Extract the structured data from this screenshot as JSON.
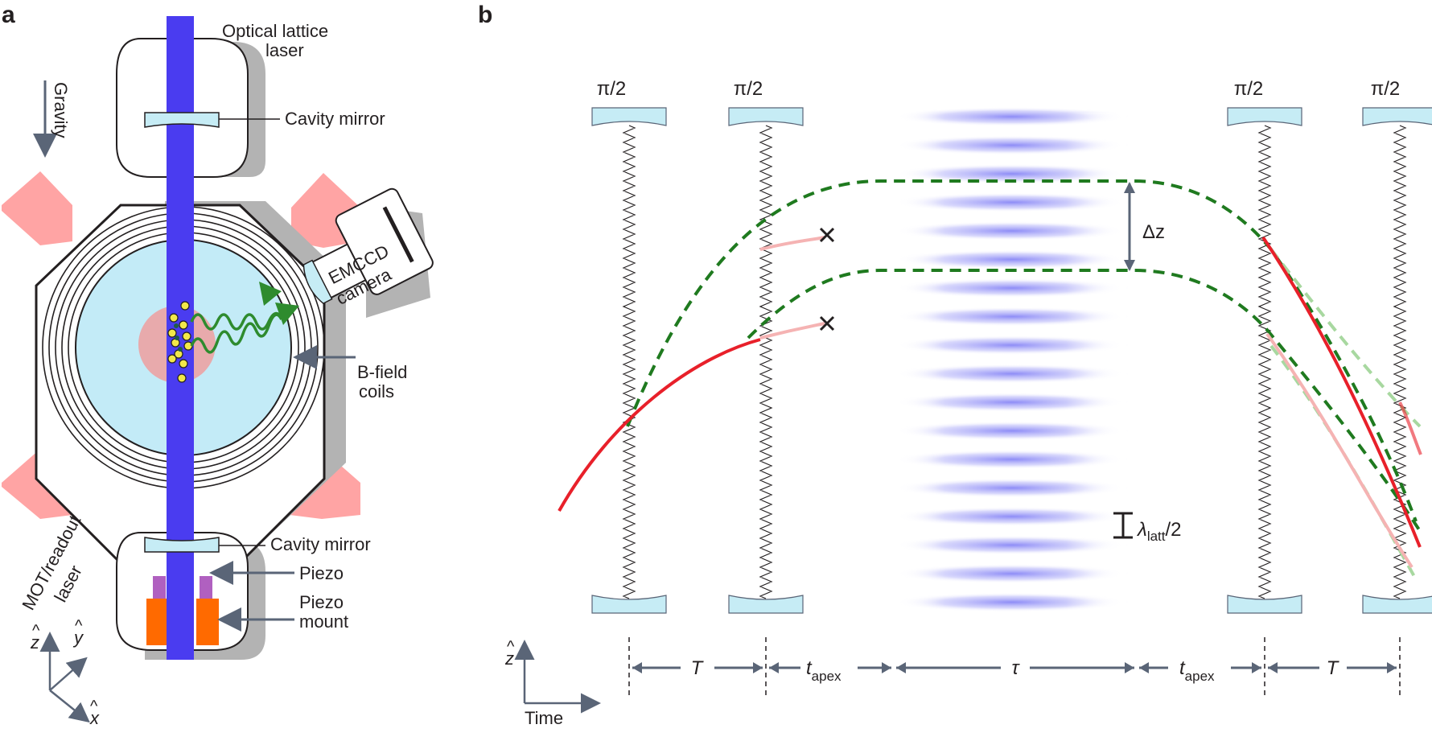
{
  "panel_a": {
    "label": "a",
    "gravity": "Gravity",
    "optical_lattice_laser": [
      "Optical lattice",
      "laser"
    ],
    "cavity_mirror_top": "Cavity mirror",
    "emccd_camera": [
      "EMCCD",
      "camera"
    ],
    "b_field_coils": [
      "B-field",
      "coils"
    ],
    "mot_readout_laser": [
      "MOT/readout",
      "laser"
    ],
    "cavity_mirror_bottom": "Cavity mirror",
    "piezo": "Piezo",
    "piezo_mount": [
      "Piezo",
      "mount"
    ],
    "axes": {
      "z": "z",
      "y": "y",
      "x": "x",
      "hat": "^"
    }
  },
  "panel_b": {
    "label": "b",
    "pulses": [
      "π/2",
      "π/2",
      "π/2",
      "π/2"
    ],
    "delta_z": "Δz",
    "lambda_main": "λ",
    "lambda_sub": "latt",
    "lambda_tail": "/2",
    "axis_z": "z",
    "axis_hat": "^",
    "axis_time": "Time",
    "timeline": {
      "T_left": "T",
      "t_apex_left": "t",
      "apex_sub": "apex",
      "tau": "τ",
      "t_apex_right": "t",
      "T_right": "T"
    }
  },
  "colors": {
    "lattice_blue": "#4a3cf0",
    "mirror_fill": "#c6ecf5",
    "chamber_fill": "#c3ebf7",
    "beam_pink": "#ff9a9a",
    "green_path": "#1f7a1f",
    "red_path": "#e8202a",
    "piezo_mount": "#ff6a00",
    "piezo": "#b060c0",
    "arrow_gray": "#5a6577",
    "shadow": "#b3b3b3"
  }
}
